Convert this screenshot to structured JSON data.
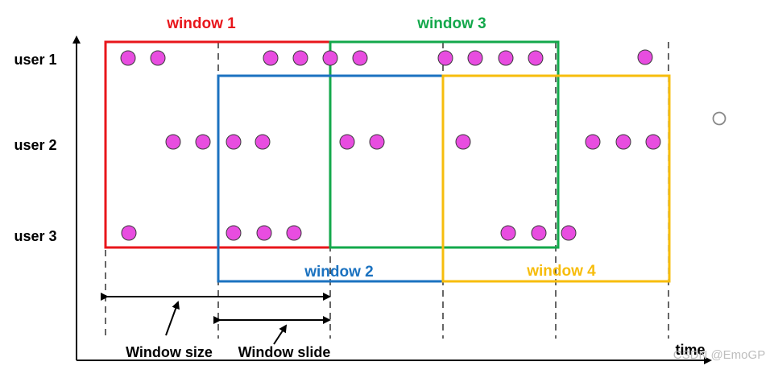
{
  "rows": [
    "user 1",
    "user 2",
    "user 3"
  ],
  "windows": [
    {
      "label": "window 1",
      "color": "#e8161b"
    },
    {
      "label": "window 2",
      "color": "#1b72c0"
    },
    {
      "label": "window 3",
      "color": "#13a84b"
    },
    {
      "label": "window 4",
      "color": "#f7bd0c"
    }
  ],
  "axis_label": "time",
  "window_size_label": "Window size",
  "window_slide_label": "Window slide",
  "watermark": "CSDN @EmoGP",
  "event_color": "#e84de0",
  "axis_color": "#000000"
}
